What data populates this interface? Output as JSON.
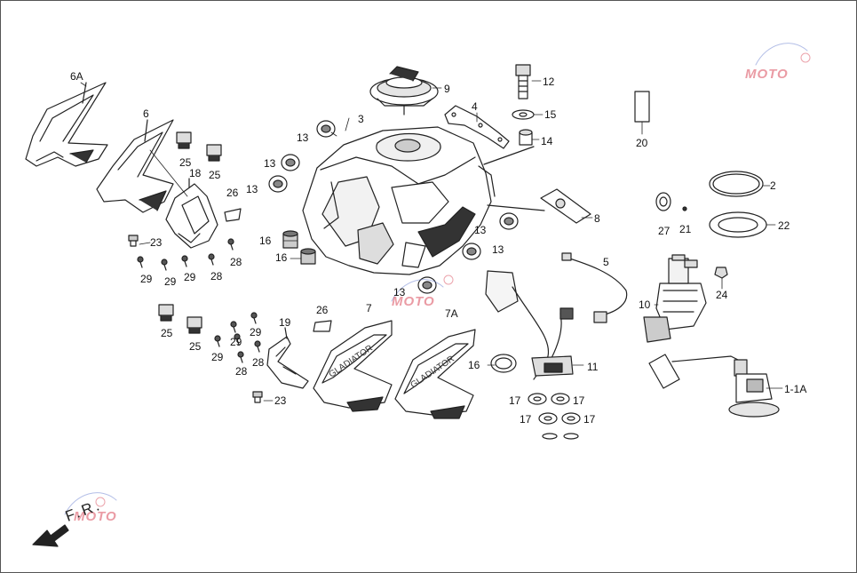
{
  "watermark": "MOTO",
  "direction": "F.R.",
  "colors": {
    "line": "#222222",
    "dark": "#333333",
    "light": "#e8e8e8",
    "wm_red": "#d94a5a",
    "wm_blue": "#6a7fd0"
  },
  "labels": {
    "l6a": "6A",
    "l6": "6",
    "l25a": "25",
    "l25b": "25",
    "l18": "18",
    "l26a": "26",
    "l23a": "23",
    "l28a": "28",
    "l29a": "29",
    "l29b": "29",
    "l29c": "29",
    "l28b": "28",
    "l3": "3",
    "l9": "9",
    "l4": "4",
    "l12": "12",
    "l15": "15",
    "l14": "14",
    "l20": "20",
    "l13a": "13",
    "l13b": "13",
    "l13c": "13",
    "l13d": "13",
    "l13e": "13",
    "l13f": "13",
    "l16a": "16",
    "l16b": "16",
    "l16c": "16",
    "l8": "8",
    "l2": "2",
    "l27": "27",
    "l21": "21",
    "l22": "22",
    "l5": "5",
    "l24": "24",
    "l10": "10",
    "l11": "11",
    "l17a": "17",
    "l17b": "17",
    "l17c": "17",
    "l17d": "17",
    "l11a": "1-1A",
    "l25c": "25",
    "l25d": "25",
    "l29d": "29",
    "l29e": "29",
    "l29f": "29",
    "l28c": "28",
    "l28d": "28",
    "l19": "19",
    "l26b": "26",
    "l7": "7",
    "l7a": "7A",
    "l23b": "23"
  }
}
